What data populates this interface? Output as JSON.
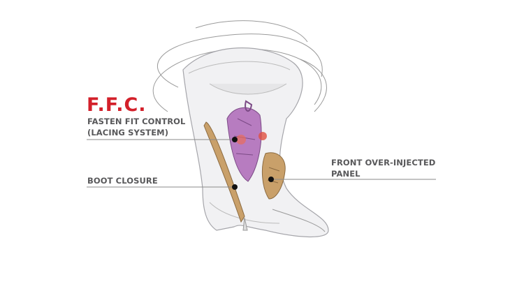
{
  "callouts": {
    "ffc": {
      "title": "F.F.C.",
      "line1": "FASTEN FIT CONTROL",
      "line2": "(LACING SYSTEM)"
    },
    "boot_closure": "BOOT CLOSURE",
    "front_panel": {
      "line1": "FRONT OVER-INJECTED",
      "line2": "PANEL"
    }
  },
  "colors": {
    "accent": "#d3202a",
    "label_text": "#58585a",
    "leader_line": "#8a8a8a",
    "liner": "#b77cc0",
    "closure_strip": "#c9a06a"
  }
}
